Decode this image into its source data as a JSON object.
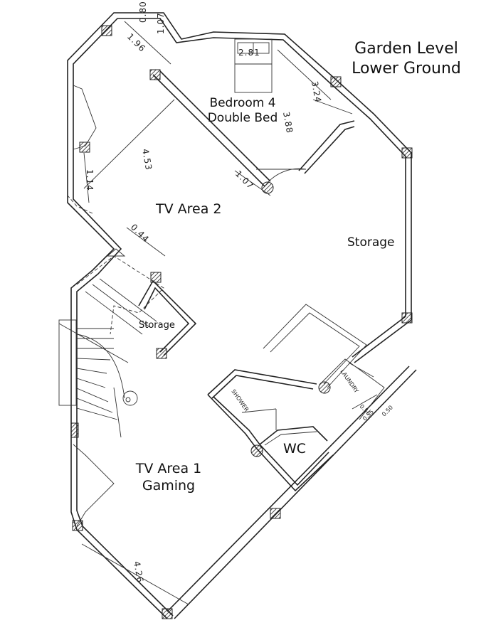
{
  "title": {
    "line1": "Garden Level",
    "line2": "Lower Ground"
  },
  "rooms": {
    "bedroom": {
      "line1": "Bedroom 4",
      "line2": "Double Bed"
    },
    "tv_area_2": "TV Area 2",
    "storage_right": "Storage",
    "storage_small": "Storage",
    "wc": "WC",
    "tv_area_1": {
      "line1": "TV Area 1",
      "line2": "Gaming"
    }
  },
  "fixtures": {
    "shower": "SHOWER",
    "laundry": "LAUNDRY"
  },
  "dimensions": {
    "d_080": "0.80",
    "d_196": "1.96",
    "d_107": "1.07",
    "d_281": "2.81",
    "d_324": "3.24",
    "d_388": "3.88",
    "d_453": "4.53",
    "d_114": "1.14",
    "d_107b": "1.07",
    "d_044": "0.44",
    "d_426": "4.26",
    "d_056": "0.56",
    "d_055": "0.55",
    "d_050": "0.50"
  }
}
